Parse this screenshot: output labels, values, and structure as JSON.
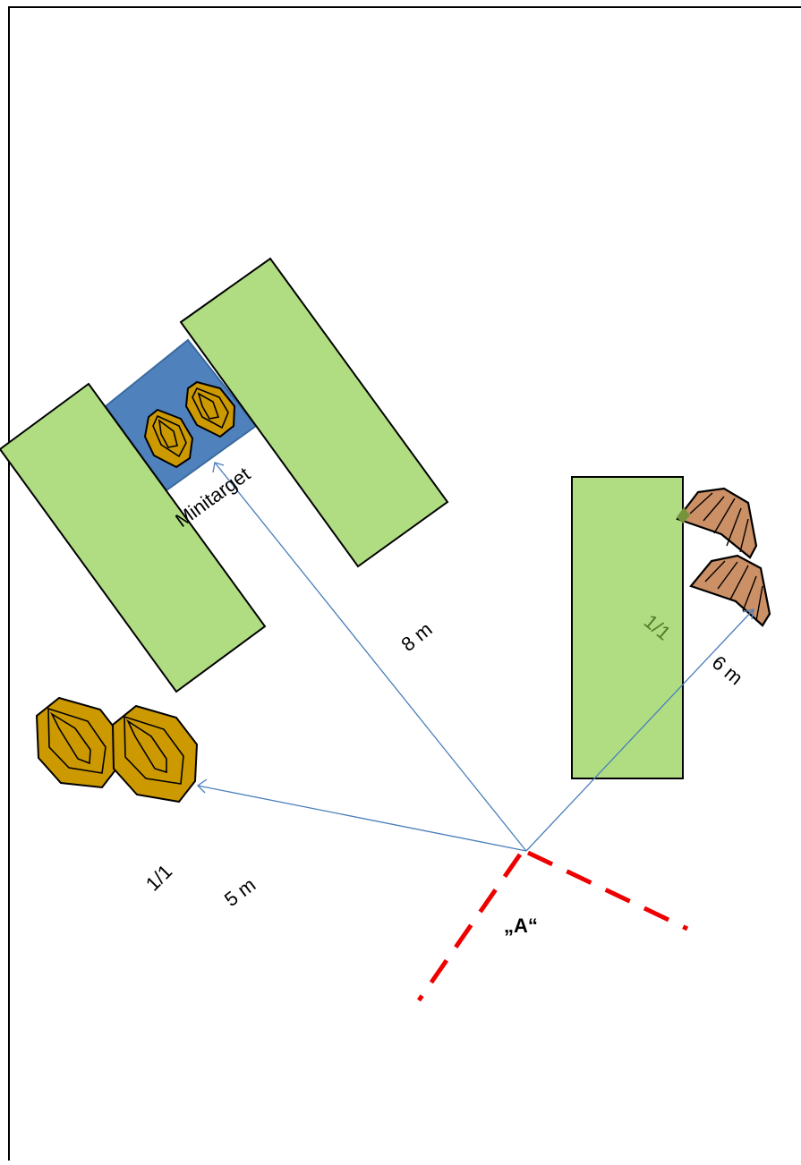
{
  "diagram": {
    "labels": {
      "minitarget": "Minitarget",
      "dist_8": "8 m",
      "dist_6": "6 m",
      "dist_5": "5 m",
      "score_right": "1/1",
      "score_left": "1/1",
      "position": "„A“"
    },
    "colors": {
      "wall": "#b0dd82",
      "minitarget_area": "#4f81bd",
      "target_gold": "#cc9900",
      "target_tan": "#cc9066",
      "ray": "#4a7ebb",
      "fault_line": "#ee0000"
    }
  }
}
